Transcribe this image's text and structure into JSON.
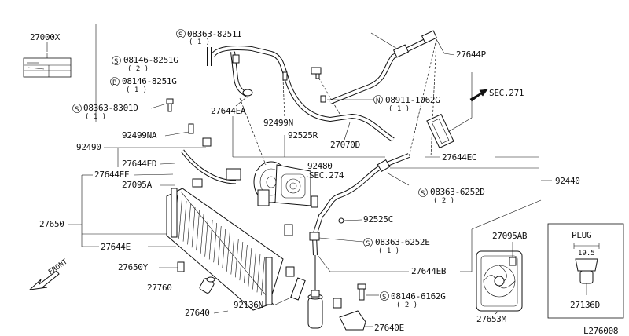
{
  "diagram": {
    "labels": {
      "p27000x": "27000X",
      "b08363_8251": "08363-8251I",
      "b08363_8251_qty": "( 1 )",
      "b08146_a": "08146-8251G",
      "b08146_a_qty": "( 2 )",
      "b08146_b": "08146-8251G",
      "b08146_b_qty": "( 1 )",
      "b08363_8301": "08363-8301D",
      "b08363_8301_qty": "( 1 )",
      "p92499na": "92499NA",
      "p92490": "92490",
      "p27644ed": "27644ED",
      "p27644ef": "27644EF",
      "p27095a": "27095A",
      "p27650": "27650",
      "p27644e": "27644E",
      "p27650y": "27650Y",
      "p27760": "27760",
      "p27644ea": "27644EA",
      "p92499n": "92499N",
      "p92525r": "92525R",
      "p27070d": "27070D",
      "p92480": "92480",
      "sec274": "SEC.274",
      "p27644p": "27644P",
      "n08911": "08911-1062G",
      "n08911_qty": "( 1 )",
      "sec271": "SEC.271",
      "p27644ec": "27644EC",
      "p92440": "92440",
      "b08363_6252d": "08363-6252D",
      "b08363_6252d_qty": "( 2 )",
      "p92525c": "92525C",
      "b08363_6252e": "08363-6252E",
      "b08363_6252e_qty": "( 1 )",
      "p27644eb": "27644EB",
      "p27095ab": "27095AB",
      "p92136n": "92136N",
      "b08146_6162g": "08146-6162G",
      "b08146_6162g_qty": "( 2 )",
      "p27640": "27640",
      "p27640e": "27640E",
      "p27653m": "27653M",
      "plug_title": "PLUG",
      "plug_dim": "19.5",
      "p27136d": "27136D",
      "front": "FRONT",
      "diagram_code": "L276008",
      "circle_s": "S",
      "circle_b": "B",
      "circle_n": "N"
    }
  }
}
